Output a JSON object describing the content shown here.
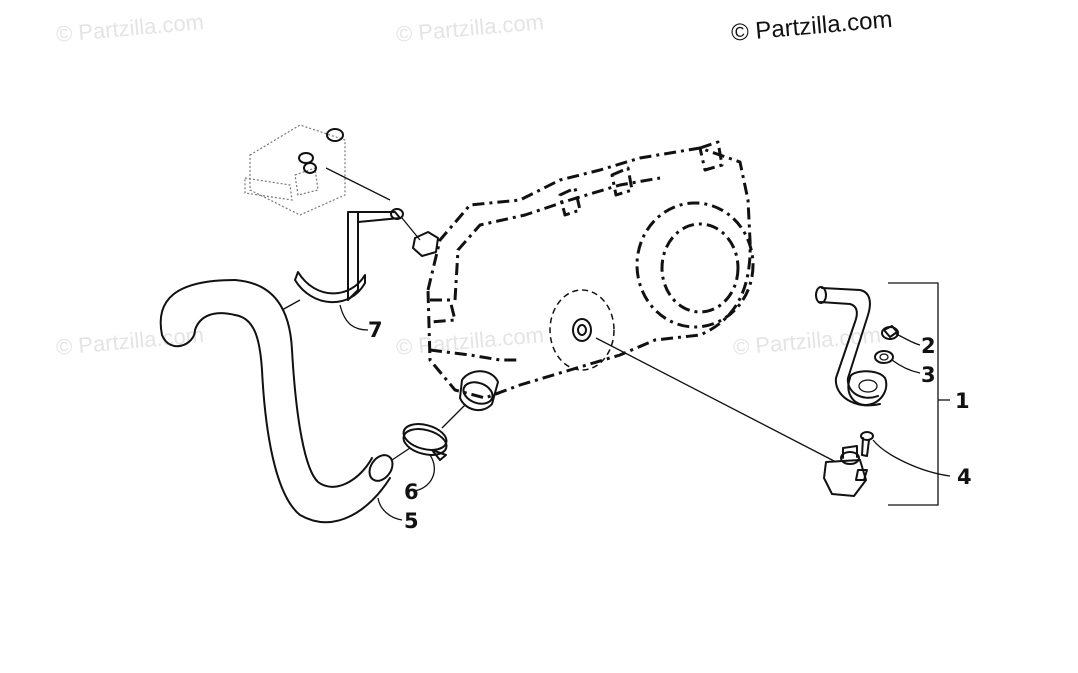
{
  "watermark": {
    "main": "© Partzilla.com",
    "faint": "© Partzilla.com"
  },
  "callouts": [
    {
      "id": "1",
      "label": "1"
    },
    {
      "id": "2",
      "label": "2"
    },
    {
      "id": "3",
      "label": "3"
    },
    {
      "id": "4",
      "label": "4"
    },
    {
      "id": "5",
      "label": "5"
    },
    {
      "id": "6",
      "label": "6"
    },
    {
      "id": "7",
      "label": "7"
    }
  ]
}
